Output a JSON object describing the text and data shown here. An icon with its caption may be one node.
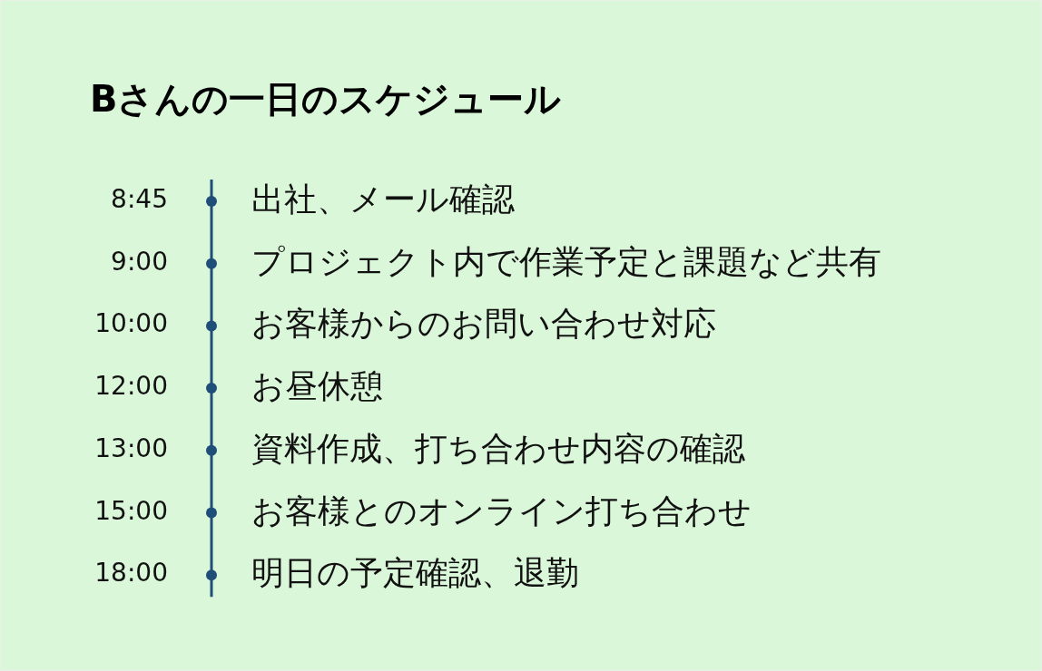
{
  "diagram": {
    "title": "Bさんの一日のスケジュール",
    "labels": [
      "8:45",
      "出社、メール確認",
      "9:00",
      "プロジェクト内で作業予定と課題など共有",
      "10:00",
      "お客様からのお問い合わせ対応",
      "12:00",
      "お昼休憩",
      "13:00",
      "資料作成、打ち合わせ内容の確認",
      "15:00",
      "お客様とのオンライン打ち合わせ",
      "18:00",
      "明日の予定確認、退勤"
    ]
  }
}
